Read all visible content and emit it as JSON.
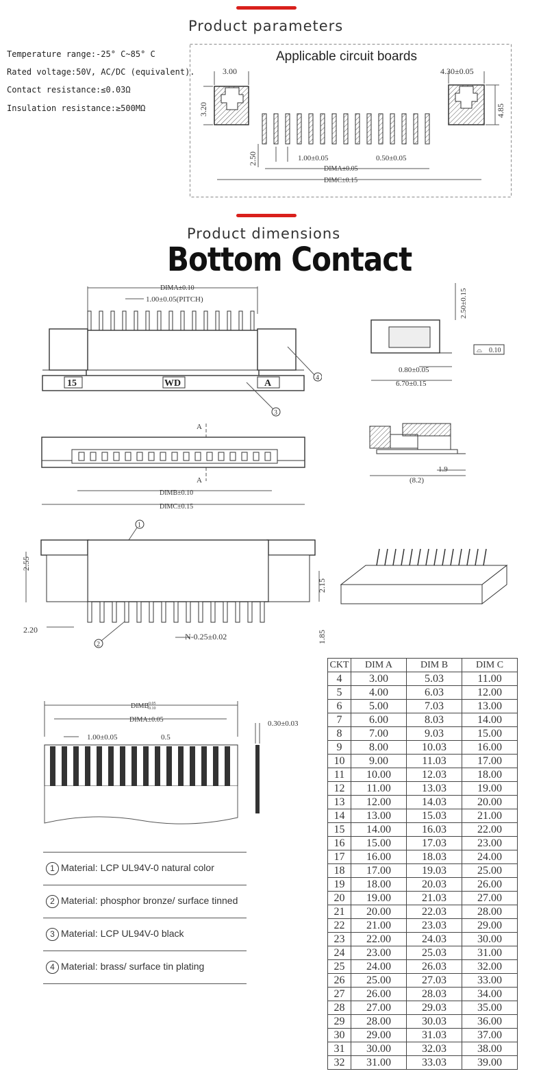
{
  "section1": {
    "title": "Product parameters",
    "params": [
      "Temperature range:-25° C~85° C",
      "Rated voltage:50V, AC/DC (equivalent).",
      "Contact resistance:≤0.03Ω",
      "Insulation resistance:≥500MΩ"
    ],
    "board": {
      "title": "Applicable circuit boards",
      "dim_left_width": "3.00",
      "dim_left_height": "3.20",
      "dim_right_width": "4.30±0.05",
      "dim_right_height": "4.85",
      "dim_pad_len": "2.50",
      "dim_pitch": "1.00±0.05",
      "dim_pad_width": "0.50±0.05",
      "dim_a": "DIMA±0.05",
      "dim_c": "DIMC±0.15"
    }
  },
  "section2": {
    "title": "Product dimensions",
    "subtitle": "Bottom Contact",
    "front": {
      "dim_a": "DIMA±0.10",
      "pitch": "1.00±0.05(PITCH)",
      "label_left": "15",
      "label_mid": "WD",
      "label_right": "A",
      "callout_4": "4",
      "callout_3": "3"
    },
    "side": {
      "height": "2.50±0.15",
      "flatness": "0.10",
      "d1": "0.80±0.05",
      "d2": "6.70±0.15"
    },
    "top": {
      "section_mark": "A",
      "dim_b": "DIMB±0.10",
      "dim_c": "DIMC±0.15"
    },
    "section_view": {
      "d1": "1.9",
      "d2": "(8.2)"
    },
    "bottom": {
      "callout_1": "1",
      "callout_2": "2",
      "d255": "2.55",
      "d220": "2.20",
      "d215": "2.15",
      "d185": "1.85",
      "pin_w": "N-0.25±0.02"
    },
    "fpc": {
      "dim_b": "DIMB",
      "dim_b_tol_top": "-0.05",
      "dim_b_tol_bot": "-0.10",
      "dim_a": "DIMA±0.05",
      "pitch": "1.00±0.05",
      "width": "0.5",
      "thickness": "0.30±0.03"
    }
  },
  "materials": [
    {
      "num": "1",
      "text": "Material:  LCP UL94V-0 natural color"
    },
    {
      "num": "2",
      "text": "Material: phosphor bronze/ surface tinned"
    },
    {
      "num": "3",
      "text": "Material:  LCP UL94V-0 black"
    },
    {
      "num": "4",
      "text": "Material: brass/ surface tin plating"
    }
  ],
  "ckt_table": {
    "headers": [
      "CKT",
      "DIM A",
      "DIM B",
      "DIM C"
    ],
    "rows": [
      [
        "4",
        "3.00",
        "5.03",
        "11.00"
      ],
      [
        "5",
        "4.00",
        "6.03",
        "12.00"
      ],
      [
        "6",
        "5.00",
        "7.03",
        "13.00"
      ],
      [
        "7",
        "6.00",
        "8.03",
        "14.00"
      ],
      [
        "8",
        "7.00",
        "9.03",
        "15.00"
      ],
      [
        "9",
        "8.00",
        "10.03",
        "16.00"
      ],
      [
        "10",
        "9.00",
        "11.03",
        "17.00"
      ],
      [
        "11",
        "10.00",
        "12.03",
        "18.00"
      ],
      [
        "12",
        "11.00",
        "13.03",
        "19.00"
      ],
      [
        "13",
        "12.00",
        "14.03",
        "20.00"
      ],
      [
        "14",
        "13.00",
        "15.03",
        "21.00"
      ],
      [
        "15",
        "14.00",
        "16.03",
        "22.00"
      ],
      [
        "16",
        "15.00",
        "17.03",
        "23.00"
      ],
      [
        "17",
        "16.00",
        "18.03",
        "24.00"
      ],
      [
        "18",
        "17.00",
        "19.03",
        "25.00"
      ],
      [
        "19",
        "18.00",
        "20.03",
        "26.00"
      ],
      [
        "20",
        "19.00",
        "21.03",
        "27.00"
      ],
      [
        "21",
        "20.00",
        "22.03",
        "28.00"
      ],
      [
        "22",
        "21.00",
        "23.03",
        "29.00"
      ],
      [
        "23",
        "22.00",
        "24.03",
        "30.00"
      ],
      [
        "24",
        "23.00",
        "25.03",
        "31.00"
      ],
      [
        "25",
        "24.00",
        "26.03",
        "32.00"
      ],
      [
        "26",
        "25.00",
        "27.03",
        "33.00"
      ],
      [
        "27",
        "26.00",
        "28.03",
        "34.00"
      ],
      [
        "28",
        "27.00",
        "29.03",
        "35.00"
      ],
      [
        "29",
        "28.00",
        "30.03",
        "36.00"
      ],
      [
        "30",
        "29.00",
        "31.03",
        "37.00"
      ],
      [
        "31",
        "30.00",
        "32.03",
        "38.00"
      ],
      [
        "32",
        "31.00",
        "33.03",
        "39.00"
      ]
    ]
  }
}
